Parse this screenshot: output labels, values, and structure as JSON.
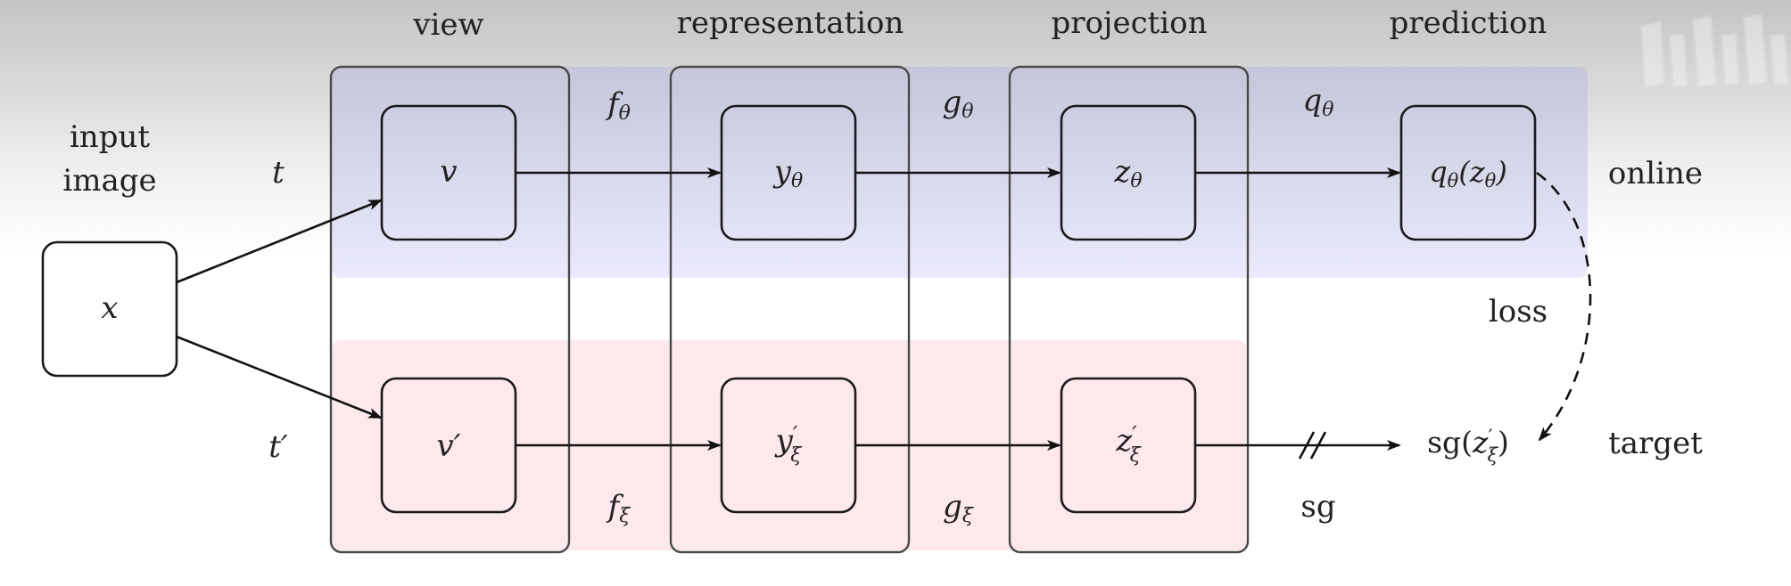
{
  "headers": {
    "view": "view",
    "representation": "representation",
    "projection": "projection",
    "prediction": "prediction"
  },
  "input": {
    "line1": "input",
    "line2": "image",
    "node": "x"
  },
  "online": {
    "aug": "t",
    "view": "v",
    "rep": "y",
    "rep_sub": "θ",
    "proj": "z",
    "proj_sub": "θ",
    "pred_f": "q",
    "pred_f_sub": "θ",
    "pred_open": "(",
    "pred_z": "z",
    "pred_z_sub": "θ",
    "pred_close": ")",
    "f": "f",
    "f_sub": "θ",
    "g": "g",
    "g_sub": "θ",
    "q": "q",
    "q_sub": "θ",
    "label": "online"
  },
  "target": {
    "aug": "t",
    "aug_prime": "′",
    "view": "v",
    "view_prime": "′",
    "rep": "y",
    "rep_prime": "′",
    "rep_sub": "ξ",
    "proj": "z",
    "proj_prime": "′",
    "proj_sub": "ξ",
    "sg_text": "sg(",
    "sg_z": "z",
    "sg_prime": "′",
    "sg_sub": "ξ",
    "sg_close": ")",
    "f": "f",
    "f_sub": "ξ",
    "g": "g",
    "g_sub": "ξ",
    "sg_label": "sg",
    "label": "target"
  },
  "loss": "loss",
  "colors": {
    "online_band": "#cfcfe8",
    "target_band": "#fde6ea"
  }
}
